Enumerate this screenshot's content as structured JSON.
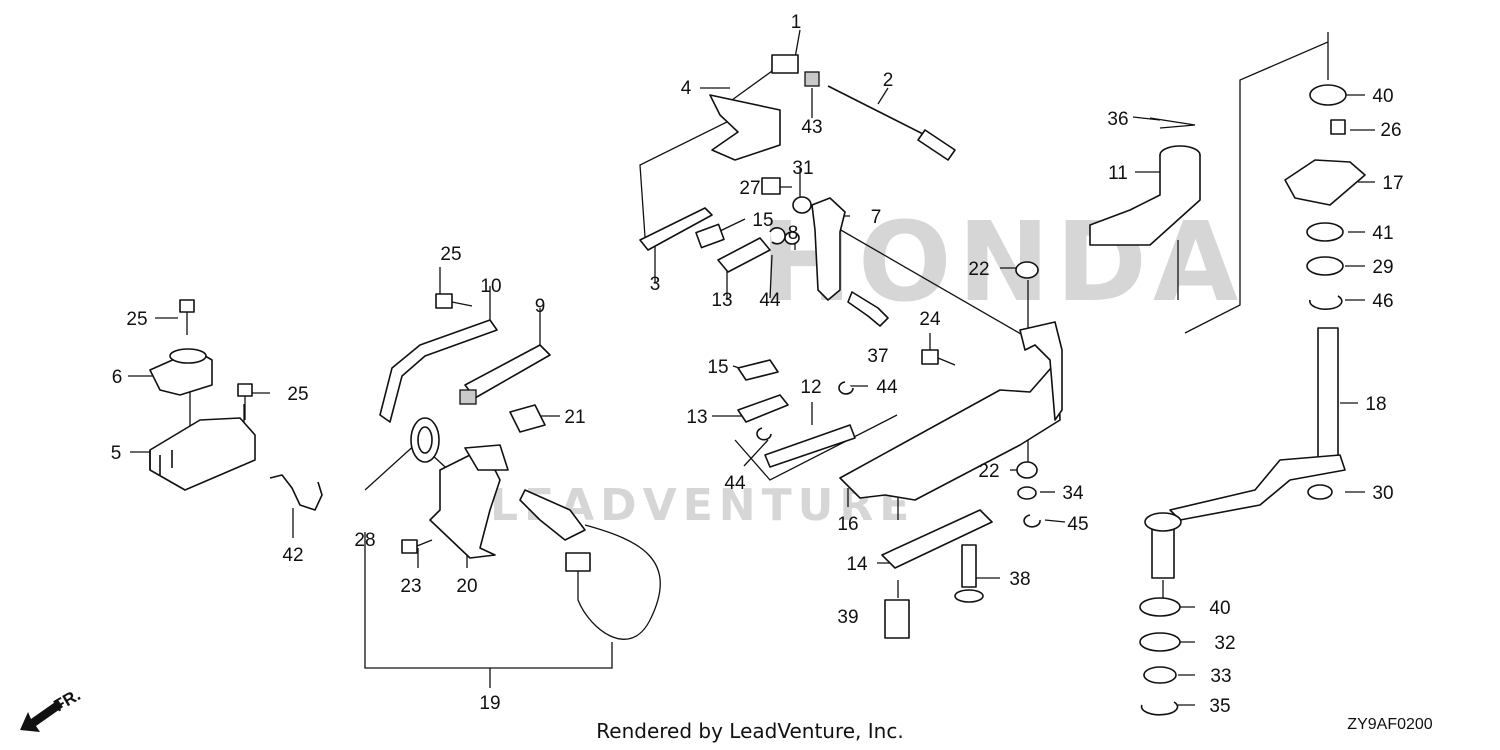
{
  "watermark": {
    "brand": "HONDA",
    "sub": "LEADVENTURE"
  },
  "footer": {
    "credit": "Rendered by LeadVenture, Inc.",
    "code": "ZY9AF0200"
  },
  "direction": {
    "label": "FR."
  },
  "callouts": [
    "1",
    "2",
    "3",
    "4",
    "5",
    "6",
    "7",
    "8",
    "9",
    "10",
    "11",
    "12",
    "13",
    "13",
    "14",
    "15",
    "15",
    "16",
    "17",
    "18",
    "19",
    "20",
    "21",
    "22",
    "22",
    "23",
    "24",
    "25",
    "25",
    "25",
    "26",
    "27",
    "28",
    "29",
    "30",
    "31",
    "32",
    "33",
    "34",
    "35",
    "36",
    "37",
    "38",
    "39",
    "40",
    "40",
    "41",
    "42",
    "43",
    "44",
    "44",
    "44",
    "45",
    "46"
  ]
}
